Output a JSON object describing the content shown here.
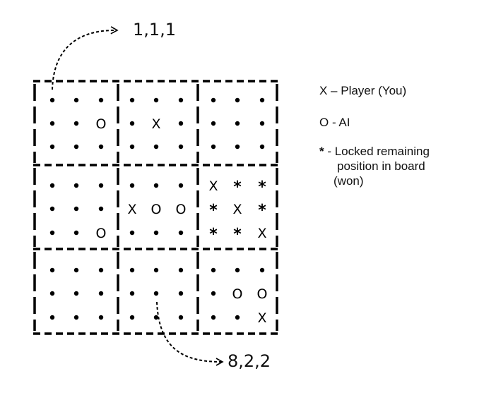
{
  "callouts": {
    "top_label": "1,1,1",
    "bottom_label": "8,2,2"
  },
  "legend": {
    "x_line": "X – Player (You)",
    "o_line": "O - AI",
    "star_symbol": "*",
    "star_line1": " - Locked remaining",
    "star_line2": "position in board",
    "star_line3": "(won)"
  },
  "board": {
    "subboards": [
      [
        "•••",
        "••O",
        "•••"
      ],
      [
        "•••",
        "•X•",
        "•••"
      ],
      [
        "•••",
        "•••",
        "•••"
      ],
      [
        "•••",
        "•••",
        "••O"
      ],
      [
        "•••",
        "XOO",
        "•••"
      ],
      [
        "X**",
        "*X*",
        "**X"
      ],
      [
        "•••",
        "•••",
        "•••"
      ],
      [
        "•••",
        "•••",
        "•••"
      ],
      [
        "•••",
        "•OO",
        "••X"
      ]
    ]
  }
}
